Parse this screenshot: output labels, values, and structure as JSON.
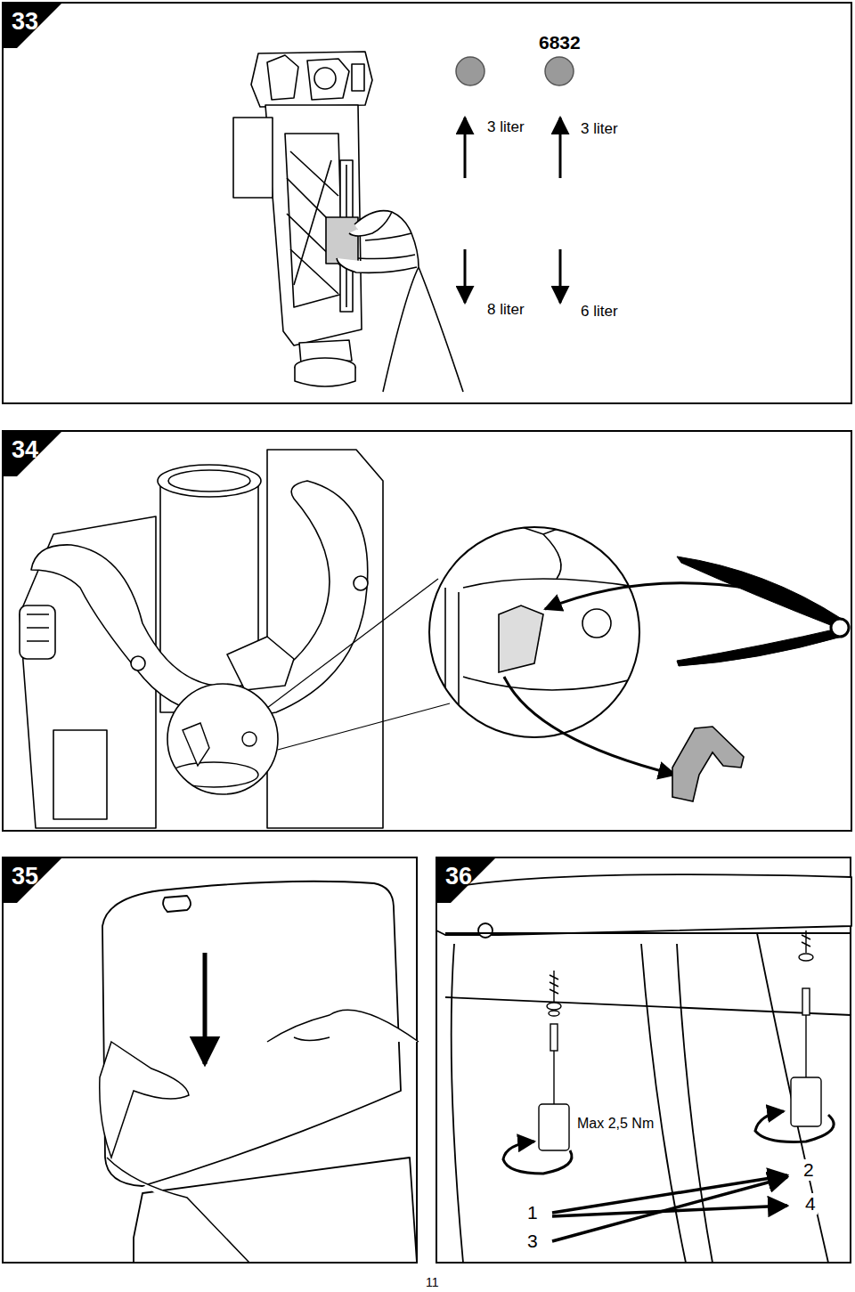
{
  "diagram": {
    "nodes": [
      {
        "text": [
          "33"
        ]
      },
      {
        "text": [
          "34"
        ]
      },
      {
        "text": [
          "35"
        ]
      },
      {
        "text": [
          "36"
        ]
      }
    ],
    "labels": [
      "6832",
      "3 liter",
      "3 liter",
      "8 liter",
      "6 liter",
      "Max 2,5 Nm",
      "2",
      "1",
      "4",
      "3",
      "11"
    ]
  }
}
